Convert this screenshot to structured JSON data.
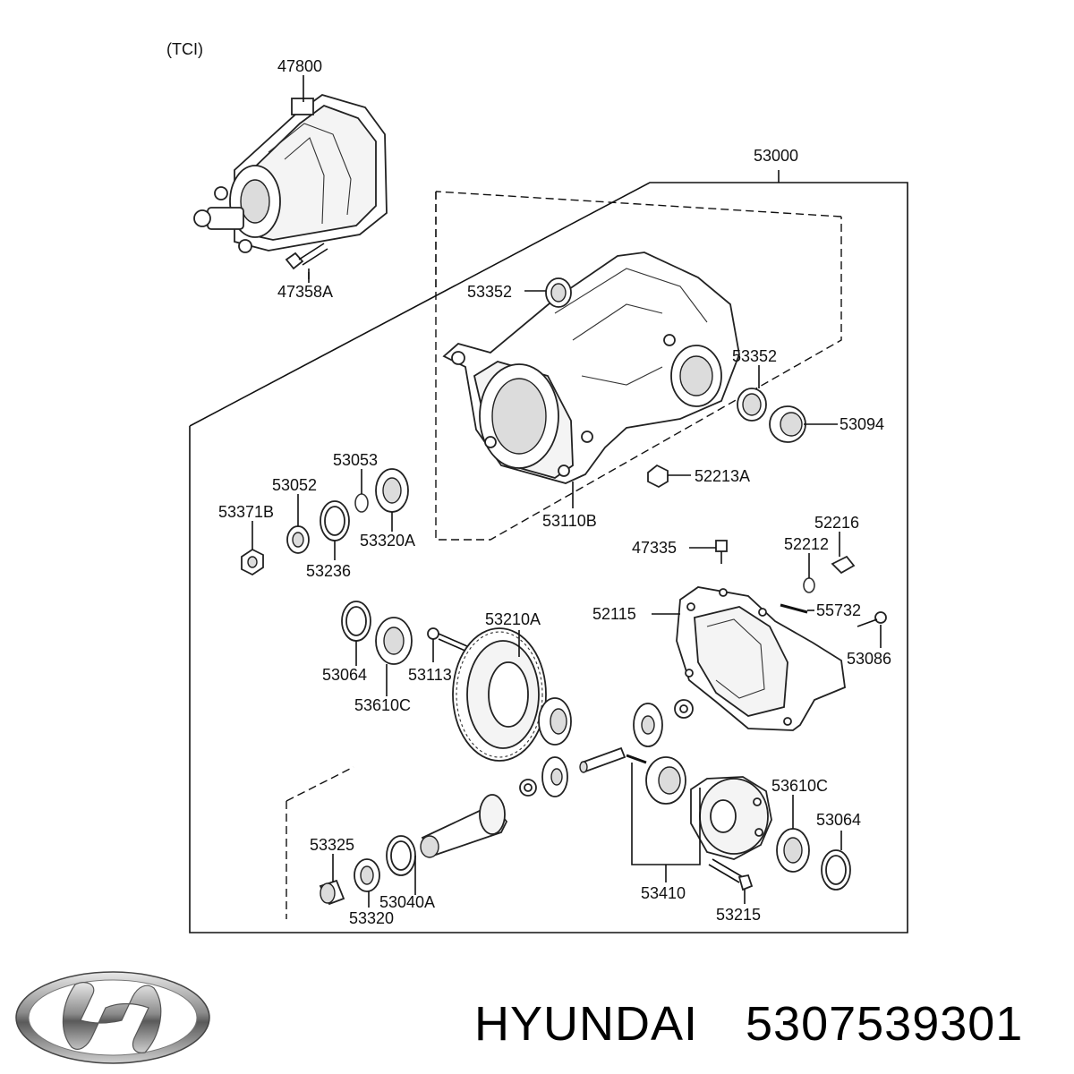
{
  "variant_note": "(TCI)",
  "labels": {
    "l47800": "47800",
    "l47358A": "47358A",
    "l53000": "53000",
    "l53352a": "53352",
    "l53352b": "53352",
    "l53094": "53094",
    "l52213A": "52213A",
    "l53110B": "53110B",
    "l53053": "53053",
    "l53052": "53052",
    "l53371B": "53371B",
    "l53320A": "53320A",
    "l53236": "53236",
    "l47335": "47335",
    "l52216": "52216",
    "l52212": "52212",
    "l55732": "55732",
    "l52115": "52115",
    "l53086": "53086",
    "l53210A": "53210A",
    "l53064a": "53064",
    "l53113": "53113",
    "l53610Ca": "53610C",
    "l53610Cb": "53610C",
    "l53064b": "53064",
    "l53325": "53325",
    "l53040A": "53040A",
    "l53320": "53320",
    "l53410": "53410",
    "l53215": "53215"
  },
  "footer": {
    "brand": "HYUNDAI",
    "part_number": "5307539301"
  },
  "logo_name": "hyundai-logo"
}
